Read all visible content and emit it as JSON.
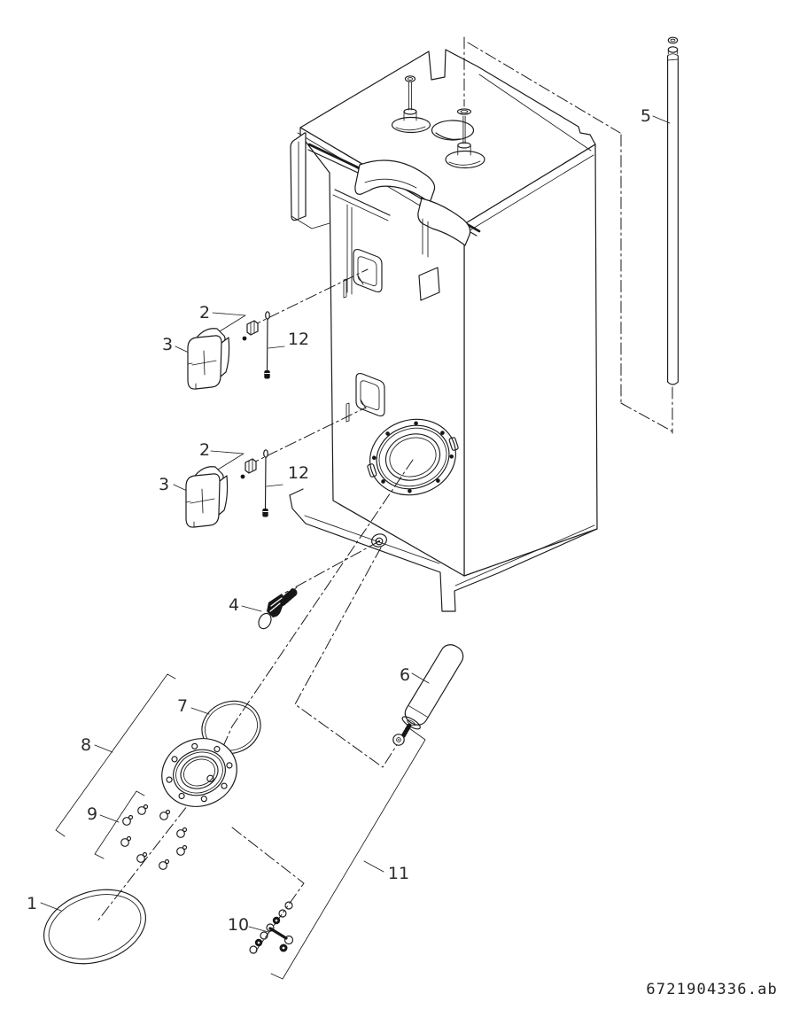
{
  "figure": {
    "kind": "exploded-parts-diagram",
    "subject": "hot water storage tank with flange, anode rod, drain valve and fastener kits",
    "background": "#ffffff",
    "line_color": "#1b1b1b",
    "label_color": "#2b2b2b",
    "doc_id": "6721904336.ab"
  },
  "callouts": [
    {
      "id": "1",
      "label": "1"
    },
    {
      "id": "2-upper",
      "label": "2"
    },
    {
      "id": "2-lower",
      "label": "2"
    },
    {
      "id": "3-upper",
      "label": "3"
    },
    {
      "id": "3-lower",
      "label": "3"
    },
    {
      "id": "4",
      "label": "4"
    },
    {
      "id": "5",
      "label": "5"
    },
    {
      "id": "6",
      "label": "6"
    },
    {
      "id": "7",
      "label": "7"
    },
    {
      "id": "8",
      "label": "8"
    },
    {
      "id": "9",
      "label": "9"
    },
    {
      "id": "10",
      "label": "10"
    },
    {
      "id": "11",
      "label": "11"
    },
    {
      "id": "12-upper",
      "label": "12"
    },
    {
      "id": "12-lower",
      "label": "12"
    }
  ]
}
